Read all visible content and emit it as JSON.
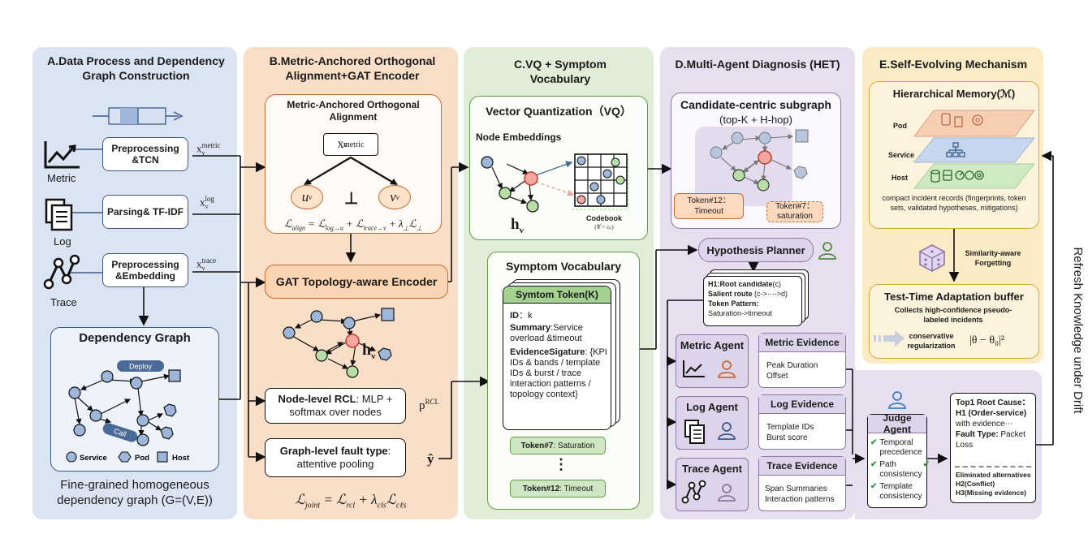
{
  "panels": {
    "a": {
      "title": "A.Data Process and Dependency Graph Construction"
    },
    "b": {
      "title": "B.Metric-Anchored Orthogonal Alignment+GAT Encoder"
    },
    "c": {
      "title": "C.VQ + Symptom Vocabulary"
    },
    "d": {
      "title": "D.Multi-Agent Diagnosis (HET)"
    },
    "e": {
      "title": "E.Self-Evolving Mechanism"
    }
  },
  "a": {
    "metric_label": "Metric",
    "log_label": "Log",
    "trace_label": "Trace",
    "pre_tcn": "Preprocessing &TCN",
    "parsing": "Parsing& TF-IDF",
    "pre_emb": "Preprocessing &Embedding",
    "x_metric": "x",
    "x_metric_sup": "metric",
    "x_metric_sub": "v",
    "x_log": "x",
    "x_log_sup": "log",
    "x_log_sub": "v",
    "x_trace": "x",
    "x_trace_sup": "trace",
    "x_trace_sub": "v",
    "dg_title": "Dependency Graph",
    "deploy": "Deploy",
    "call": "Call",
    "legend_service": "Service",
    "legend_pod": "Pod",
    "legend_host": "Host",
    "caption": "Fine-grained homogeneous dependency graph (G=(V,E))"
  },
  "b": {
    "align_title": "Metric-Anchored Orthogonal Alignment",
    "xv_metric": "x",
    "xv_metric_sup": "metric",
    "xv_metric_sub": "v",
    "u": "u",
    "u_sub": "v",
    "v": "v",
    "v_sub": "v",
    "perp": "⊥",
    "align_formula": "ℒ",
    "align_formula_sub": "align",
    "align_formula_rest": " = ℒ",
    "align_f2_sub": "log→u",
    "align_f3": " + ℒ",
    "align_f3_sub": "trace→v",
    "align_f4": " + λ",
    "align_f4_sub": "⊥",
    "align_f5": "ℒ",
    "align_f5_sub": "⊥",
    "gat": "GAT Topology-aware Encoder",
    "hv": "h",
    "hv_sub": "v",
    "rcl_bold": "Node-level RCL",
    "rcl_rest": ": MLP + softmax over nodes",
    "p_rcl": "p",
    "p_rcl_sup": "RCL",
    "fault_bold": "Graph-level fault type",
    "fault_rest": ": attentive pooling",
    "yhat": "ŷ",
    "joint": "ℒ",
    "joint_sub": "joint",
    "joint_r1": " = ℒ",
    "joint_r1_sub": "rcl",
    "joint_r2": " + λ",
    "joint_r2_sub": "cls",
    "joint_r3": "ℒ",
    "joint_r3_sub": "cℓs"
  },
  "c": {
    "vq_title": "Vector Quantization（VQ）",
    "node_emb": "Node Embeddings",
    "hv": "h",
    "hv_sub": "v",
    "codebook": "Codebook",
    "codebook_sub": "(𝒞 = cₖ)",
    "sv_title": "Symptom Vocabulary",
    "token_header": "Symtom Token(K)",
    "id_label": "ID",
    "id_val": "：k",
    "summary_label": "Summary",
    "summary_val": ":Service overload &timeout",
    "evidence_label": "EvidenceSigature",
    "evidence_val": ": {KPI IDs & bands / template IDs & burst / trace interaction patterns / topology context}",
    "token7_b": "Token#7",
    "token7_r": ": Saturation",
    "dots": "⋮",
    "token12_b": "Token#12",
    "token12_r": ": Timeout"
  },
  "d": {
    "cand_title": "Candidate-centric subgraph",
    "cand_sub": "(top-K + H-hop)",
    "tok12": "Token#12：Timeout",
    "tok7": "Token#7：saturation",
    "planner": "Hypothesis Planner",
    "h1_b": "H1:Root candidate",
    "h1_r": "(c)",
    "route_b": "Salient  route",
    "route_r": " (c->⋯->d)",
    "pattern_b": "Token Pattern:",
    "pattern_r": "Saturation->timeout",
    "metric_agent": "Metric Agent",
    "log_agent": "Log Agent",
    "trace_agent": "Trace Agent",
    "metric_ev": "Metric Evidence",
    "metric_ev_body": "Peak Duration Offset",
    "log_ev": "Log Evidence",
    "log_ev_body": "Template IDs Burst score",
    "trace_ev": "Trace Evidence",
    "trace_ev_body": "Span Summaries Interaction patterns",
    "judge": "Judge Agent",
    "judge_items": [
      "Temporal precedence",
      "Path consistency",
      "Template consistency"
    ],
    "top1_b": "Top1 Root Cause：",
    "top1_h1": "H1 (Order-service)",
    "top1_with": "with evidence⋯",
    "fault_b": "Fault Type:",
    "fault_r": " Packet Loss",
    "elim_b": "Eliminated alternatives",
    "elim_h2": "H2(Conflict)",
    "elim_h3": "H3(Missing evidence)"
  },
  "e": {
    "mem_title": "Hierarchical Memory(ℳ)",
    "pod": "Pod",
    "service": "Service",
    "host": "Host",
    "mem_desc": "compact incident records (fingerprints, token sets, validated hypotheses, mitigations)",
    "similarity": "Similarity-aware Forgetting",
    "tta_title": "Test-Time Adaptation buffer",
    "tta_desc": "Collects high-confidence pseudo-labeled incidents",
    "conservative": "conservative regularization",
    "reg_formula": "|θ − θ₀|²",
    "refresh": "Refresh Knowledge under Drift"
  },
  "colors": {
    "a_bg": "#dbe4f3",
    "b_bg": "#f9dfc7",
    "c_bg": "#e1edd6",
    "d_bg": "#e7def0",
    "e_bg": "#fbecc6",
    "navy_border": "#3d5a86",
    "orange_border": "#c96b2c",
    "green_border": "#5e9a48",
    "purple_border": "#8a77a6",
    "gold_border": "#d9a939"
  }
}
